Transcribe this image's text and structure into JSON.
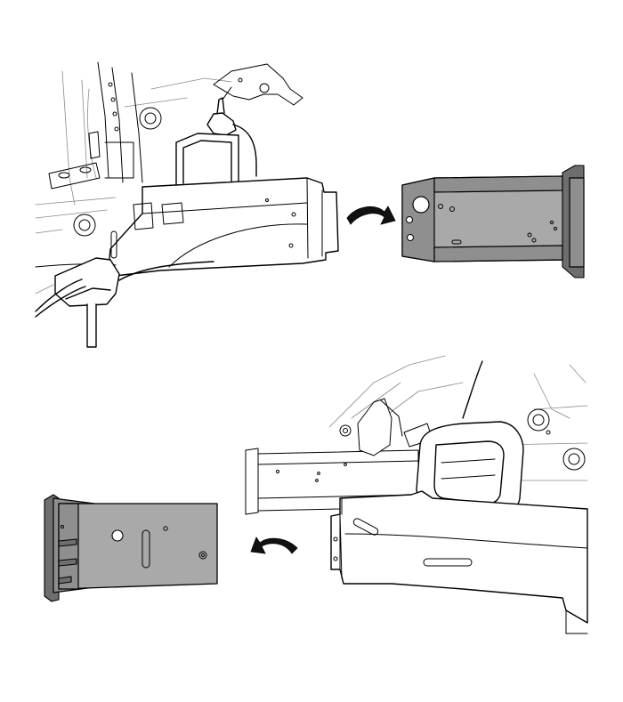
{
  "figure": {
    "panels": [
      {
        "id": "removal",
        "part": "rear-side-member-extension",
        "arrow": "arrow-right"
      },
      {
        "id": "installation",
        "part": "rear-side-member-extension",
        "arrow": "arrow-left"
      }
    ],
    "colors": {
      "line": "#000000",
      "part_light": "#a9a9a9",
      "part_mid": "#8f8f8f",
      "part_dark": "#6e6e6e",
      "ghost_line": "#8a8a8a"
    }
  }
}
